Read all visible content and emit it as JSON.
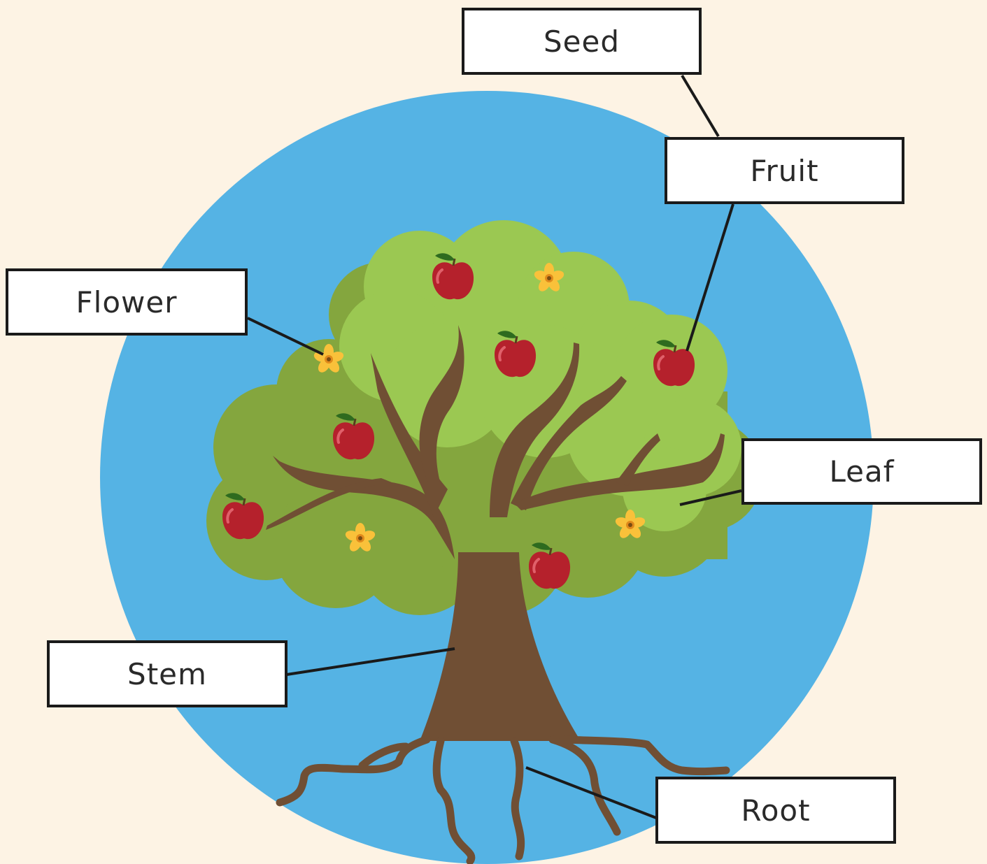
{
  "diagram": {
    "labels": {
      "seed": "Seed",
      "fruit": "Fruit",
      "flower": "Flower",
      "leaf": "Leaf",
      "stem": "Stem",
      "root": "Root"
    },
    "colors": {
      "background": "#fdf3e4",
      "circle": "#55b3e4",
      "foliage_dark": "#84a63e",
      "foliage_light": "#9bc852",
      "trunk": "#704f34",
      "apple": "#b5212c",
      "flower": "#f9c13a",
      "leader_line": "#1a1a1a"
    }
  }
}
